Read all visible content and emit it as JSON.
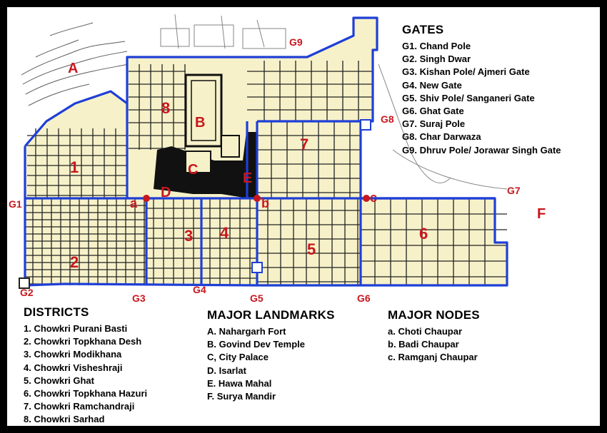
{
  "gates": {
    "title": "GATES",
    "items": [
      "G1. Chand Pole",
      "G2. Singh Dwar",
      "G3. Kishan Pole/ Ajmeri Gate",
      "G4. New Gate",
      "G5. Shiv Pole/ Sanganeri Gate",
      "G6. Ghat Gate",
      "G7. Suraj Pole",
      "G8. Char Darwaza",
      "G9. Dhruv Pole/ Jorawar Singh Gate"
    ]
  },
  "districts": {
    "title": "DISTRICTS",
    "items": [
      "1. Chowkri Purani Basti",
      "2. Chowkri Topkhana Desh",
      "3. Chowkri Modikhana",
      "4. Chowkri Visheshraji",
      "5. Chowkri Ghat",
      "6. Chowkri Topkhana Hazuri",
      "7. Chowkri Ramchandraji",
      "8. Chowkri Sarhad"
    ]
  },
  "landmarks": {
    "title": "MAJOR LANDMARKS",
    "items": [
      "A. Nahargarh Fort",
      "B. Govind Dev Temple",
      "C, City Palace",
      "D. Isarlat",
      "E. Hawa Mahal",
      "F. Surya Mandir"
    ]
  },
  "nodes": {
    "title": "MAJOR NODES",
    "items": [
      "a. Choti Chaupar",
      "b. Badi Chaupar",
      "c. Ramganj Chaupar"
    ]
  },
  "map_labels": {
    "gates": [
      "G1",
      "G2",
      "G3",
      "G4",
      "G5",
      "G6",
      "G7",
      "G8",
      "G9"
    ],
    "districts": [
      "1",
      "2",
      "3",
      "4",
      "5",
      "6",
      "7",
      "8"
    ],
    "landmarks": [
      "A",
      "B",
      "C",
      "D",
      "E",
      "F"
    ],
    "nodes": [
      "a",
      "b",
      "c"
    ]
  },
  "colors": {
    "boundary": "#1f3fd6",
    "land": "#f6f1c9",
    "label_red": "#c8171e",
    "street": "#222222"
  }
}
